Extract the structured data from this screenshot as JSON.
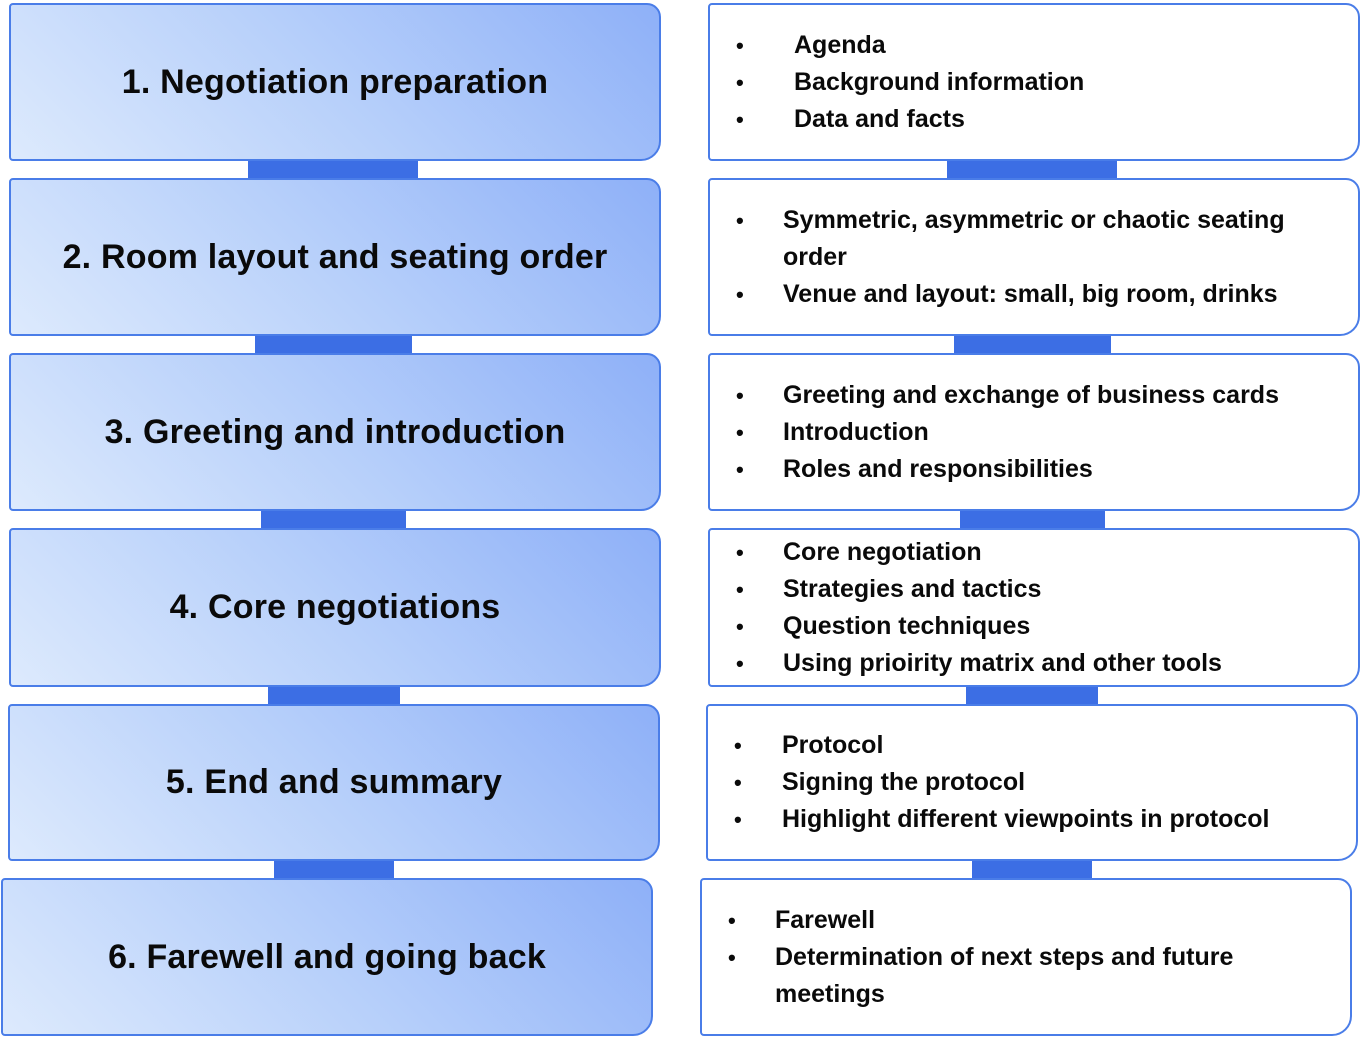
{
  "steps": [
    {
      "title": "1. Negotiation preparation",
      "details": [
        "Agenda",
        "Background information",
        "Data and facts"
      ]
    },
    {
      "title": "2. Room layout and seating order",
      "details": [
        "Symmetric, asymmetric or chaotic seating order",
        "Venue and layout: small, big room, drinks"
      ]
    },
    {
      "title": "3. Greeting and introduction",
      "details": [
        "Greeting and exchange of business cards",
        "Introduction",
        "Roles and responsibilities"
      ]
    },
    {
      "title": "4. Core negotiations",
      "details": [
        "Core negotiation",
        "Strategies and tactics",
        "Question techniques",
        "Using prioirity matrix and other tools"
      ]
    },
    {
      "title": "5. End and summary",
      "details": [
        "Protocol",
        "Signing the protocol",
        "Highlight different viewpoints in protocol"
      ]
    },
    {
      "title": "6. Farewell and going back",
      "details": [
        "Farewell",
        "Determination of next steps and future meetings"
      ]
    }
  ],
  "bullet_glyph": "•",
  "colors": {
    "border": "#4a7de8",
    "connector": "#3c6ee4",
    "gradient_light": "#ddeafd",
    "gradient_dark": "#8eb0f8"
  }
}
